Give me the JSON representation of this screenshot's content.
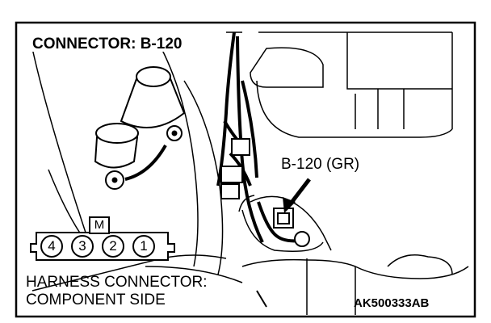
{
  "diagram": {
    "title": "CONNECTOR: B-120",
    "callout": "B-120 (GR)",
    "harness_line1": "HARNESS CONNECTOR:",
    "harness_line2": "COMPONENT SIDE",
    "code": "AK500333AB",
    "connector_key": "M",
    "pins": [
      "4",
      "3",
      "2",
      "1"
    ]
  }
}
